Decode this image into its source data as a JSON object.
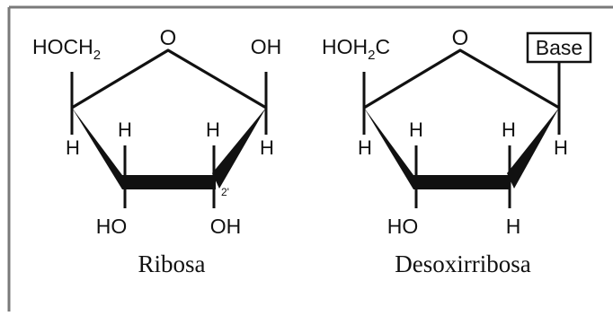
{
  "colors": {
    "ink": "#111111",
    "frame": "#7a7a7a",
    "background": "#ffffff"
  },
  "ribosa": {
    "caption": "Ribosa",
    "ring_oxygen": "O",
    "c5_group": "HOCH",
    "c5_subscript": "2",
    "c1_group": "OH",
    "c4_h": "H",
    "c3_h_up": "H",
    "c2_h_up": "H",
    "c1_h": "H",
    "c3_group": "HO",
    "c2_group": "OH",
    "c2_label": "2'"
  },
  "desoxirribosa": {
    "caption": "Desoxirribosa",
    "ring_oxygen": "O",
    "c5_group_a": "HOH",
    "c5_subscript": "2",
    "c5_group_b": "C",
    "c1_group": "Base",
    "c4_h": "H",
    "c3_h_up": "H",
    "c2_h_up": "H",
    "c1_h": "H",
    "c3_group": "HO",
    "c2_group": "H"
  }
}
